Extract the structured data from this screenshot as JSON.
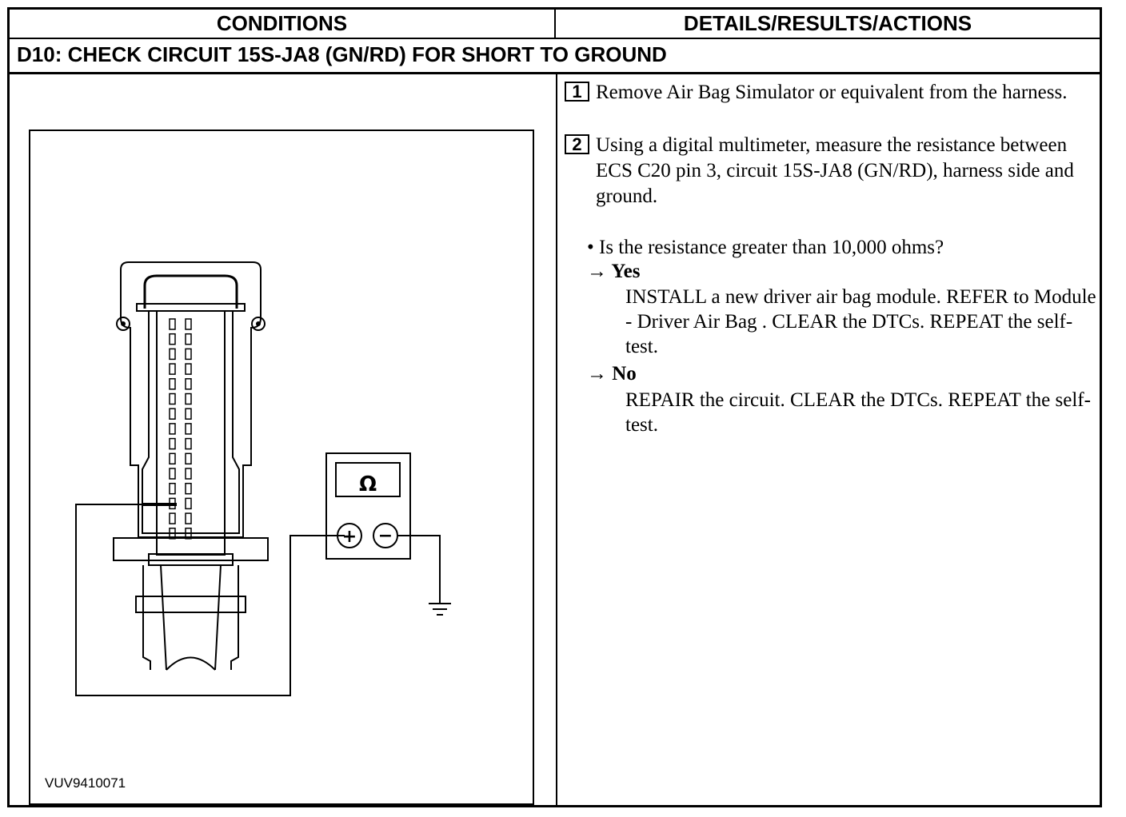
{
  "header": {
    "conditions_label": "CONDITIONS",
    "details_label": "DETAILS/RESULTS/ACTIONS"
  },
  "test_step": {
    "title": "D10: CHECK CIRCUIT 15S-JA8 (GN/RD) FOR SHORT TO GROUND"
  },
  "figure": {
    "id": "VUV9410071",
    "meter_symbol": "Ω",
    "plus_symbol": "+",
    "minus_symbol": "−"
  },
  "steps": [
    {
      "number": "1",
      "text": "Remove Air Bag Simulator or equivalent from the harness."
    },
    {
      "number": "2",
      "text": "Using a digital multimeter, measure the resistance between ECS C20 pin 3, circuit 15S-JA8 (GN/RD), harness side and ground."
    }
  ],
  "question": "• Is the resistance greater than 10,000 ohms?",
  "answers": {
    "yes": {
      "label": "→ Yes",
      "action": "INSTALL a new driver air bag module. REFER to Module - Driver Air Bag . CLEAR the DTCs. REPEAT the self-test."
    },
    "no": {
      "label": "→ No",
      "action": "REPAIR the circuit. CLEAR the DTCs. REPEAT the self-test."
    }
  }
}
